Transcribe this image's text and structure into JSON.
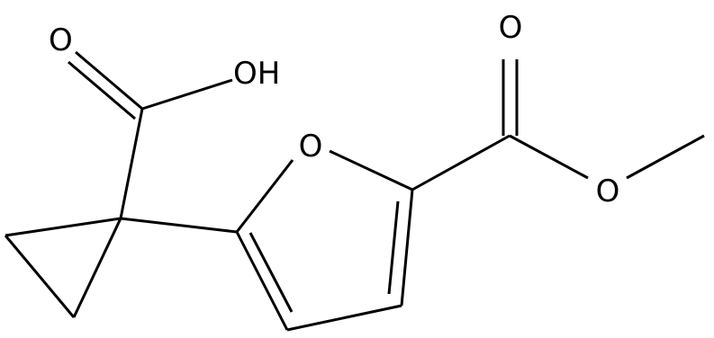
{
  "structure": {
    "atoms": {
      "carbonyl_oxygen_left": "O",
      "hydroxyl": "OH",
      "furan_oxygen": "O",
      "carbonyl_oxygen_right": "O",
      "ester_oxygen": "O"
    },
    "colors": {
      "bond": "#000000",
      "label": "#000000",
      "background": "#ffffff"
    }
  }
}
